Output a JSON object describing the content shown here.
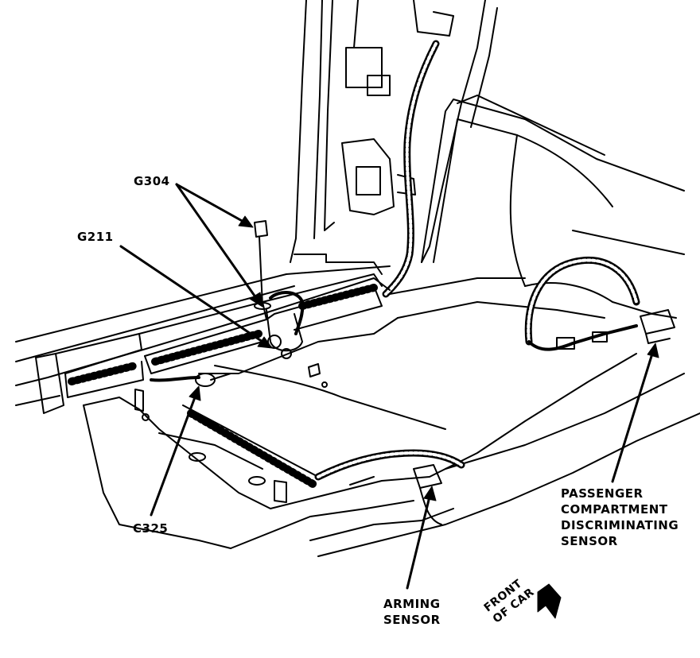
{
  "labels": {
    "g304": "G304",
    "g211": "G211",
    "c325": "C325",
    "pcds_line1": "PASSENGER",
    "pcds_line2": "COMPARTMENT",
    "pcds_line3": "DISCRIMINATING",
    "pcds_line4": "SENSOR",
    "arming_line1": "ARMING",
    "arming_line2": "SENSOR",
    "front_line1": "FRONT",
    "front_line2": "OF CAR"
  },
  "colors": {
    "ink": "#000000",
    "paper": "#ffffff"
  }
}
